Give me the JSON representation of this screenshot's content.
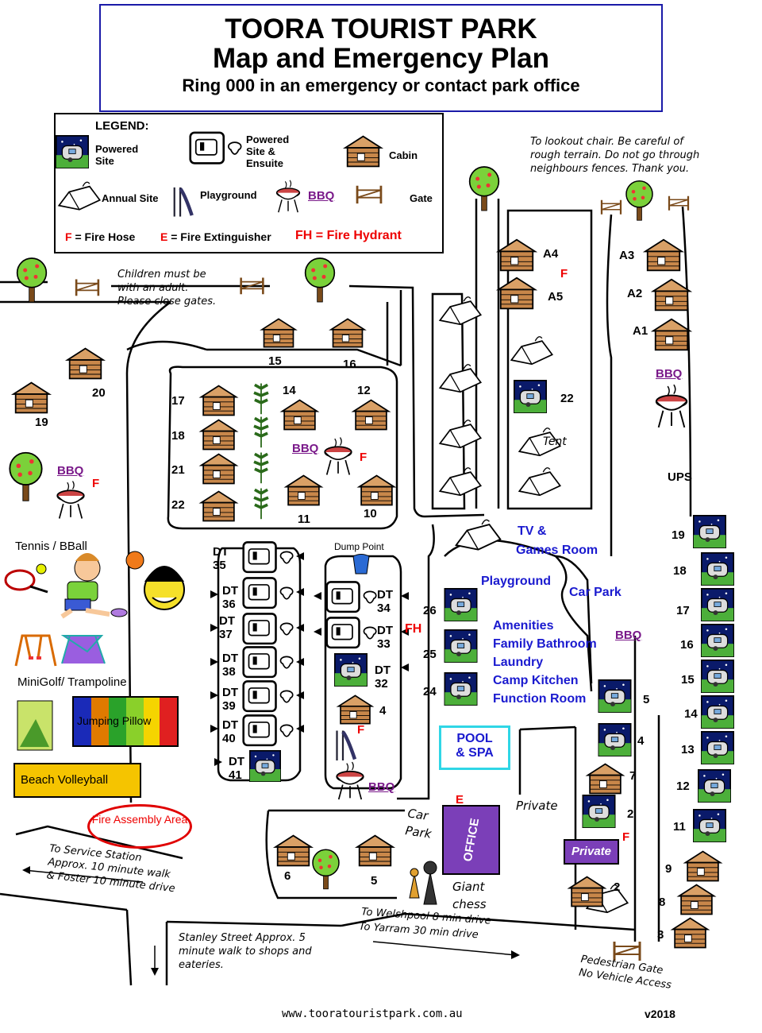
{
  "header": {
    "title_line1": "TOORA TOURIST PARK",
    "title_line2": "Map and Emergency Plan",
    "title_line3": "Ring 000 in an emergency or contact park office"
  },
  "legend": {
    "heading": "LEGEND:",
    "powered_site": "Powered Site",
    "powered_ensuite": "Powered Site & Ensuite",
    "cabin": "Cabin",
    "annual_site": "Annual Site",
    "playground": "Playground",
    "bbq": "BBQ",
    "gate": "Gate",
    "fire_hose": "F = Fire Hose",
    "fire_extinguisher": "E = Fire Extinguisher",
    "fire_hydrant": "FH = Fire Hydrant"
  },
  "notes": {
    "lookout": "To lookout chair. Be careful of rough terrain. Do not go through neighbours fences. Thank you.",
    "children": "Children must be with an adult. Please close gates.",
    "service_station": "To Service Station Approx. 10 minute walk & Foster 10 minute drive",
    "stanley": "Stanley Street Approx. 5 minute walk to shops and eateries.",
    "welshpool": "To Welshpool 8 min drive",
    "yarram": "To Yarram 30 min drive",
    "pedestrian": "Pedestrian Gate No Vehicle Access"
  },
  "facilities": {
    "tv": "TV &",
    "games": "Games Room",
    "playground": "Playground",
    "car_park": "Car Park",
    "amenities": "Amenities",
    "family_bathroom": "Family Bathroom",
    "laundry": "Laundry",
    "camp_kitchen": "Camp Kitchen",
    "function_room": "Function Room",
    "pool": "POOL",
    "spa": "& SPA",
    "office": "OFFICE",
    "private1": "Private",
    "private2": "Private",
    "car_park2": "Car Park",
    "giant_chess": "Giant chess",
    "dump_point": "Dump Point",
    "tennis": "Tennis / BBall",
    "minigolf": "MiniGolf/ Trampoline",
    "jumping_pillow": "Jumping Pillow",
    "beach_volleyball": "Beach Volleyball",
    "fire_assembly": "Fire Assembly Area",
    "ups": "UPS",
    "tent": "Tent"
  },
  "footer": {
    "website": "www.tooratouristpark.com.au",
    "version": "v2018"
  },
  "colors": {
    "title_border": "#1a1aa8",
    "office": "#7b3fb8",
    "pool_border": "#2fd6e6",
    "volleyball": "#f5c400",
    "fire_assembly": "#e00000",
    "facility_text": "#1a1acf",
    "bbq_text": "#7a1a8a"
  }
}
